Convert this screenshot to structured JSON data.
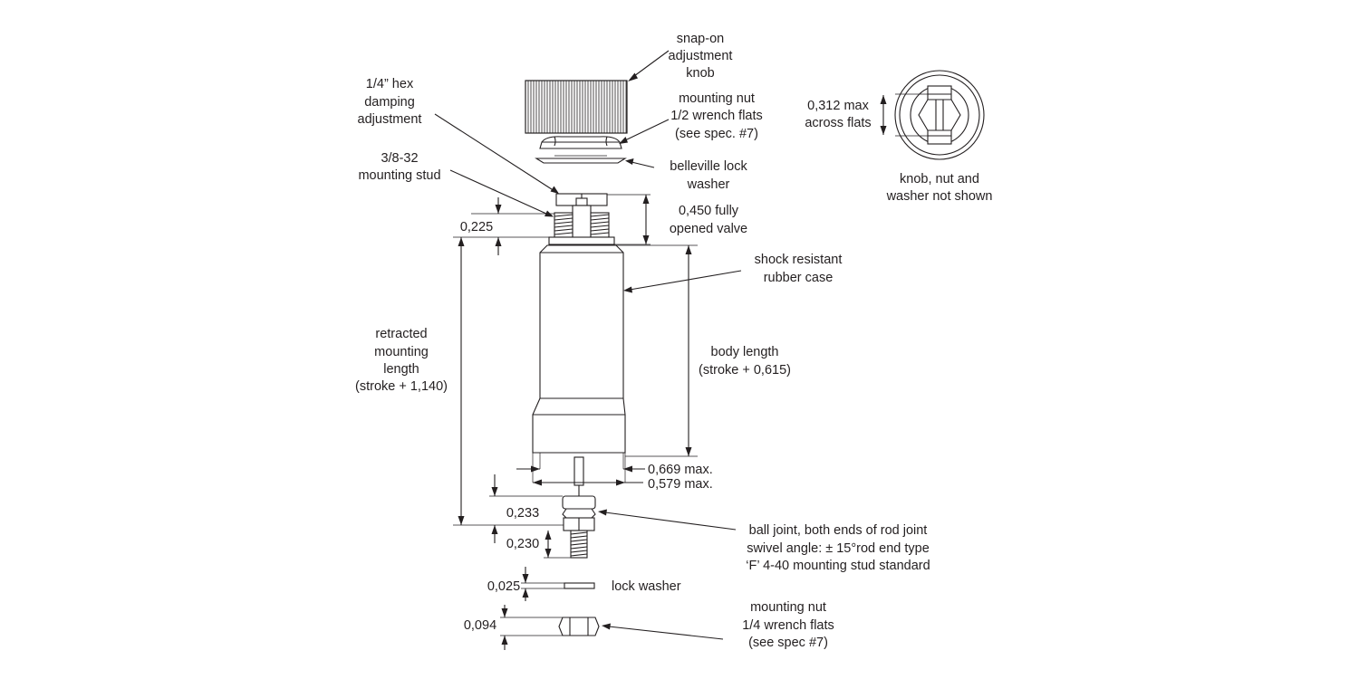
{
  "labels": {
    "knob": [
      "snap-on",
      "adjustment",
      "knob"
    ],
    "hex_damping": [
      "1/4” hex",
      "damping",
      "adjustment"
    ],
    "mounting_nut_top": [
      "mounting nut",
      "1/2 wrench flats",
      "(see spec. #7)"
    ],
    "stud": [
      "3/8-32",
      "mounting stud"
    ],
    "belleville": [
      "belleville lock",
      "washer"
    ],
    "valve": [
      "0,450 fully",
      "opened valve"
    ],
    "dim_0225": "0,225",
    "rubber_case": [
      "shock resistant",
      "rubber case"
    ],
    "retracted": [
      "retracted",
      "mounting",
      "length",
      "(stroke + 1,140)"
    ],
    "body_length": [
      "body length",
      "(stroke + 0,615)"
    ],
    "dim_0669": "0,669 max.",
    "dim_0579": "0,579 max.",
    "dim_0233": "0,233",
    "dim_0230": "0,230",
    "ball_joint": [
      "ball joint, both ends of rod joint",
      "swivel angle: ± 15°rod end type",
      "‘F’ 4-40 mounting stud standard"
    ],
    "dim_0025": "0,025",
    "lock_washer": "lock washer",
    "dim_0094": "0,094",
    "mounting_nut_bottom": [
      "mounting nut",
      "1/4 wrench flats",
      "(see spec #7)"
    ],
    "across_flats": [
      "0,312 max",
      "across flats"
    ],
    "not_shown": [
      "knob, nut and",
      "washer not shown"
    ]
  },
  "colors": {
    "ink": "#231f20",
    "background": "#ffffff"
  }
}
